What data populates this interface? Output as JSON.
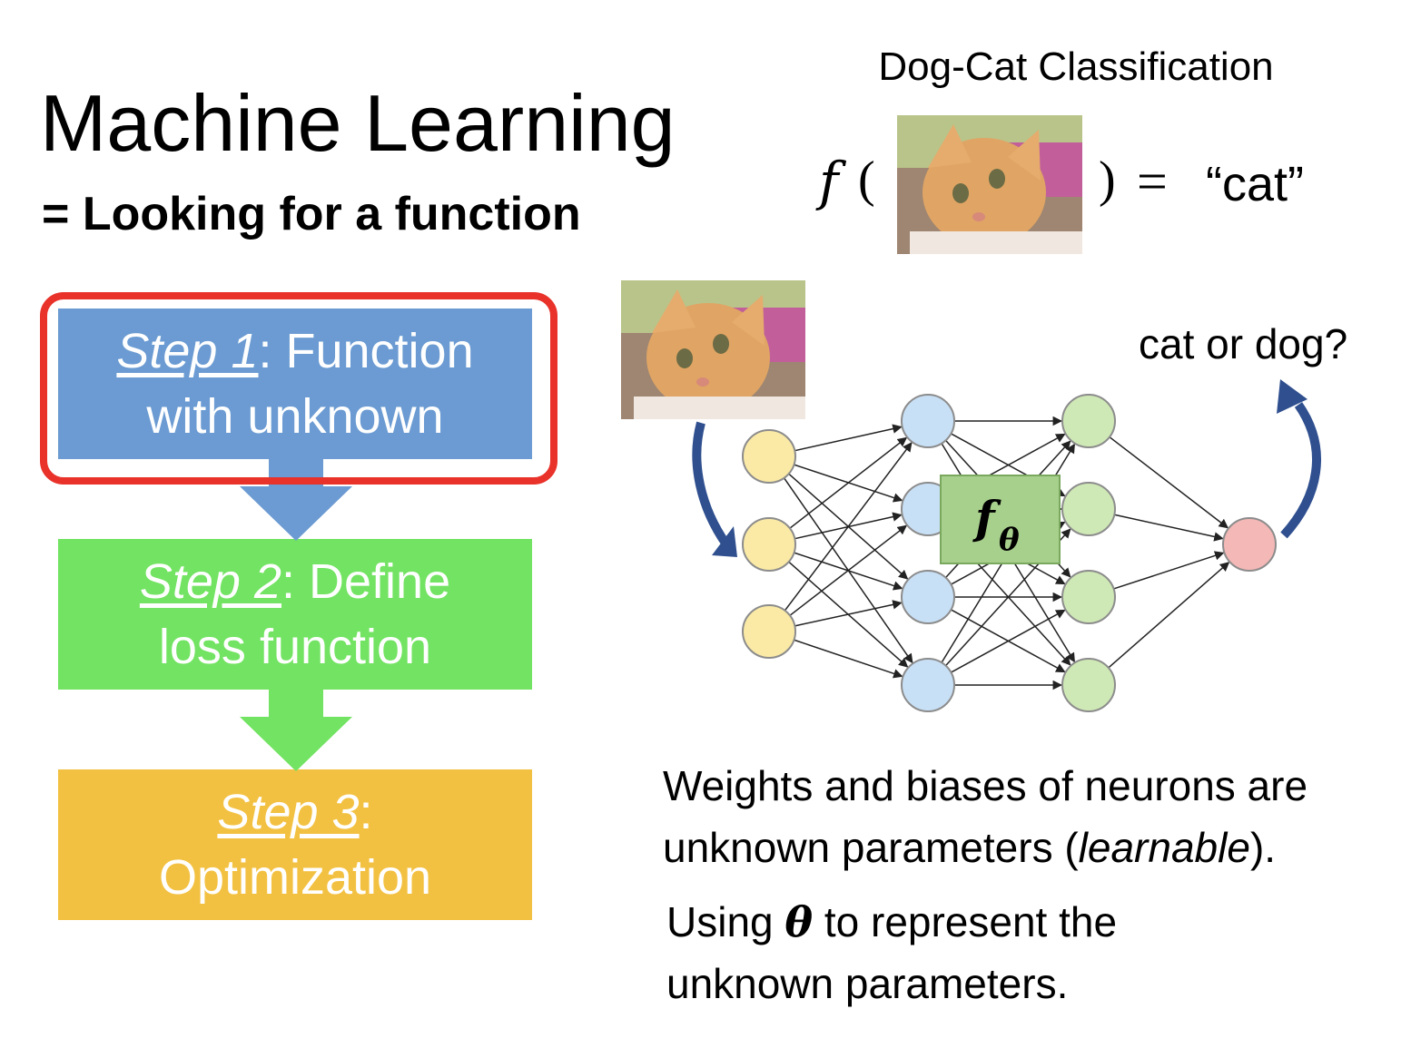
{
  "title": "Machine Learning",
  "subtitle": "= Looking for a function",
  "classification": {
    "title": "Dog-Cat Classification",
    "function_letter": "f",
    "open_paren": "(",
    "close_paren": ")",
    "equals": "=",
    "output": "“cat”"
  },
  "steps": [
    {
      "name": "Step 1",
      "suffix": ": Function",
      "line2": "with unknown",
      "color": "#6b9bd2"
    },
    {
      "name": "Step 2",
      "suffix": ": Define",
      "line2": "loss function",
      "color": "#72e362"
    },
    {
      "name": "Step 3",
      "suffix": ":",
      "line2": "Optimization",
      "color": "#f3c142"
    }
  ],
  "highlight_color": "#e8322a",
  "network": {
    "question": "cat or dog?",
    "function_symbol": "f",
    "function_subscript": "θ",
    "layers": [
      3,
      4,
      4,
      1
    ],
    "layer_colors": [
      "#fbeaa6",
      "#c8e0f6",
      "#cfe9b6",
      "#f4b8b6"
    ],
    "arrow_color": "#2f4f8f"
  },
  "description": {
    "line1": "Weights and biases of neurons are",
    "line2_start": "unknown parameters (",
    "line2_italic": "learnable",
    "line2_end": ").",
    "line3_start": "Using ",
    "line3_theta": "θ",
    "line3_end": " to represent the",
    "line4": "unknown parameters."
  },
  "images": {
    "cat_photo": "kitten-photo"
  }
}
